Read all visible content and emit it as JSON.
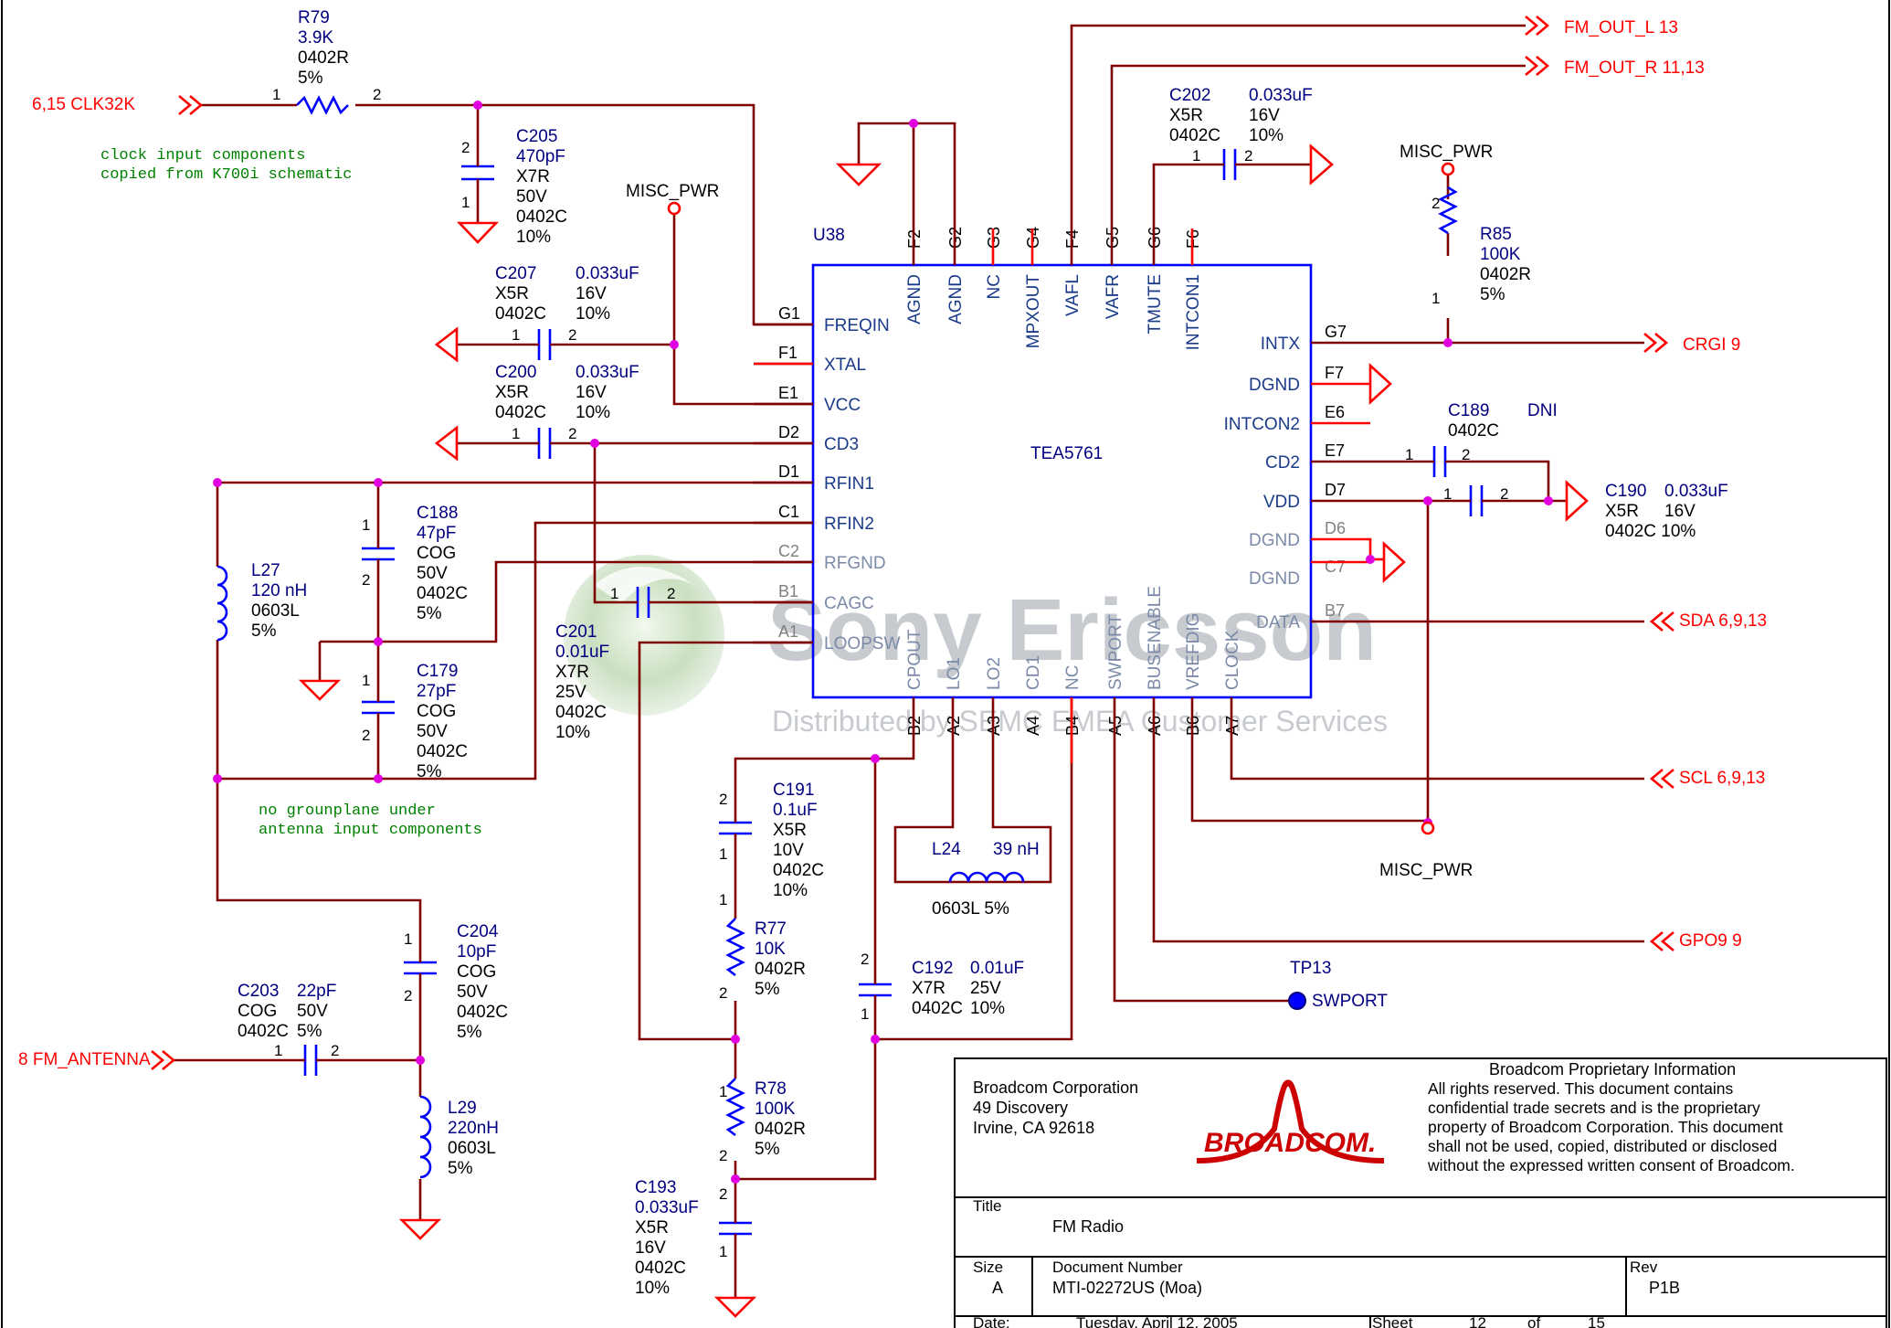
{
  "chip": {
    "ref": "U38",
    "part": "TEA5761",
    "left_pins": [
      {
        "num": "G1",
        "name": "FREQIN",
        "faded": false
      },
      {
        "num": "F1",
        "name": "XTAL",
        "faded": false
      },
      {
        "num": "E1",
        "name": "VCC",
        "faded": false
      },
      {
        "num": "D2",
        "name": "CD3",
        "faded": false
      },
      {
        "num": "D1",
        "name": "RFIN1",
        "faded": false
      },
      {
        "num": "C1",
        "name": "RFIN2",
        "faded": false
      },
      {
        "num": "C2",
        "name": "RFGND",
        "faded": true
      },
      {
        "num": "B1",
        "name": "CAGC",
        "faded": true
      },
      {
        "num": "A1",
        "name": "LOOPSW",
        "faded": true
      }
    ],
    "right_pins": [
      {
        "num": "G7",
        "name": "INTX",
        "faded": false
      },
      {
        "num": "F7",
        "name": "DGND",
        "faded": false
      },
      {
        "num": "E6",
        "name": "INTCON2",
        "faded": false
      },
      {
        "num": "E7",
        "name": "CD2",
        "faded": false
      },
      {
        "num": "D7",
        "name": "VDD",
        "faded": false
      },
      {
        "num": "D6",
        "name": "DGND",
        "faded": true
      },
      {
        "num": "C7",
        "name": "DGND",
        "faded": true
      },
      {
        "num": "B7",
        "name": "DATA",
        "faded": true
      }
    ],
    "top_pins": [
      {
        "num": "F2",
        "name": "AGND"
      },
      {
        "num": "G2",
        "name": "AGND"
      },
      {
        "num": "G3",
        "name": "NC"
      },
      {
        "num": "G4",
        "name": "MPXOUT"
      },
      {
        "num": "F4",
        "name": "VAFL"
      },
      {
        "num": "G5",
        "name": "VAFR"
      },
      {
        "num": "G6",
        "name": "TMUTE"
      },
      {
        "num": "F6",
        "name": "INTCON1"
      }
    ],
    "bottom_pins": [
      {
        "num": "B2",
        "name": "CPOUT"
      },
      {
        "num": "A2",
        "name": "LO1"
      },
      {
        "num": "A3",
        "name": "LO2"
      },
      {
        "num": "A4",
        "name": "CD1"
      },
      {
        "num": "B4",
        "name": "NC"
      },
      {
        "num": "A5",
        "name": "SWPORT"
      },
      {
        "num": "A6",
        "name": "BUSENABLE"
      },
      {
        "num": "B6",
        "name": "VREFDIG"
      },
      {
        "num": "A7",
        "name": "CLOCK"
      }
    ]
  },
  "parts": [
    {
      "id": "R79",
      "lines": [
        "R79",
        "3.9K",
        "0402R",
        "5%"
      ]
    },
    {
      "id": "C205",
      "lines": [
        "C205",
        "470pF",
        "X7R",
        "50V",
        "0402C",
        "10%"
      ]
    },
    {
      "id": "C207",
      "lines": [
        "C207",
        "X5R",
        "0402C"
      ],
      "extra": [
        "0.033uF",
        "16V",
        "10%"
      ]
    },
    {
      "id": "C200",
      "lines": [
        "C200",
        "X5R",
        "0402C"
      ],
      "extra": [
        "0.033uF",
        "16V",
        "10%"
      ]
    },
    {
      "id": "C188",
      "lines": [
        "C188",
        "47pF",
        "COG",
        "50V",
        "0402C",
        "5%"
      ]
    },
    {
      "id": "C179",
      "lines": [
        "C179",
        "27pF",
        "COG",
        "50V",
        "0402C",
        "5%"
      ]
    },
    {
      "id": "L27",
      "lines": [
        "L27",
        "120 nH",
        "0603L",
        "5%"
      ]
    },
    {
      "id": "C201",
      "lines": [
        "C201",
        "0.01uF",
        "X7R",
        "25V",
        "0402C",
        "10%"
      ]
    },
    {
      "id": "C204",
      "lines": [
        "C204",
        "10pF",
        "COG",
        "50V",
        "0402C",
        "5%"
      ]
    },
    {
      "id": "C203",
      "lines": [
        "C203",
        "COG",
        "0402C"
      ],
      "extra": [
        "22pF",
        "50V",
        "5%"
      ]
    },
    {
      "id": "L29",
      "lines": [
        "L29",
        "220nH",
        "0603L",
        "5%"
      ]
    },
    {
      "id": "C191",
      "lines": [
        "C191",
        "0.1uF",
        "X5R",
        "10V",
        "0402C",
        "10%"
      ]
    },
    {
      "id": "R77",
      "lines": [
        "R77",
        "10K",
        "0402R",
        "5%"
      ]
    },
    {
      "id": "R78",
      "lines": [
        "R78",
        "100K",
        "0402R",
        "5%"
      ]
    },
    {
      "id": "C193",
      "lines": [
        "C193",
        "0.033uF",
        "X5R",
        "16V",
        "0402C",
        "10%"
      ]
    },
    {
      "id": "C192",
      "lines": [
        "C192",
        "X7R",
        "0402C"
      ],
      "extra": [
        "0.01uF",
        "25V",
        "10%"
      ]
    },
    {
      "id": "L24",
      "lines": [
        "L24",
        "39 nH",
        "0603L  5%"
      ]
    },
    {
      "id": "C202",
      "lines": [
        "C202",
        "X5R",
        "0402C"
      ],
      "extra": [
        "0.033uF",
        "16V",
        "10%"
      ]
    },
    {
      "id": "R85",
      "lines": [
        "R85",
        "100K",
        "0402R",
        "5%"
      ]
    },
    {
      "id": "C189",
      "lines": [
        "C189",
        "0402C",
        "DNI"
      ]
    },
    {
      "id": "C190",
      "lines": [
        "C190",
        "X5R",
        "0402C 10%"
      ],
      "extra": [
        "0.033uF",
        "16V"
      ]
    }
  ],
  "pin_numbers": {
    "one": "1",
    "two": "2"
  },
  "nets": {
    "clk32k": "6,15  CLK32K",
    "fm_antenna": "8  FM_ANTENNA",
    "fm_out_l": "FM_OUT_L  13",
    "fm_out_r": "FM_OUT_R  11,13",
    "crgi": "CRGI  9",
    "sda": "SDA  6,9,13",
    "scl": "SCL  6,9,13",
    "gpo9": "GPO9  9",
    "misc_pwr": "MISC_PWR",
    "tp13": "TP13",
    "swport": "SWPORT"
  },
  "notes": {
    "clock_note": [
      "clock input components",
      "copied from K700i schematic"
    ],
    "antenna_note": [
      "no grounplane under",
      "antenna input components"
    ]
  },
  "watermark": {
    "brand": "Sony Ericsson",
    "sub": "Distributed by SEMC EMEA Customer Services"
  },
  "title_block": {
    "company": [
      "Broadcom Corporation",
      "49 Discovery",
      "Irvine, CA 92618"
    ],
    "logo_text": "BROADCOM.",
    "proprietary_title": "Broadcom Proprietary Information",
    "proprietary_body": [
      "All rights  reserved.   This document contains",
      "confidential trade secrets and is the proprietary",
      "property of Broadcom Corporation.  This document",
      "shall not be used, copied, distributed or disclosed",
      "without the expressed written consent of Broadcom."
    ],
    "title_label": "Title",
    "title_value": "FM Radio",
    "size_label": "Size",
    "size_value": "A",
    "docnum_label": "Document Number",
    "docnum_value": "MTI-02272US (Moa)",
    "rev_label": "Rev",
    "rev_value": "P1B",
    "date_label": "Date:",
    "date_value": "Tuesday, April 12, 2005",
    "sheet_label": "Sheet",
    "sheet_value": "12",
    "of_label": "of",
    "of_value": "15"
  },
  "colors": {
    "wire": "#800000",
    "component": "#0000ff",
    "net": "#ff0000",
    "junction": "#e000e0",
    "note": "#008000",
    "label": "#000080"
  }
}
